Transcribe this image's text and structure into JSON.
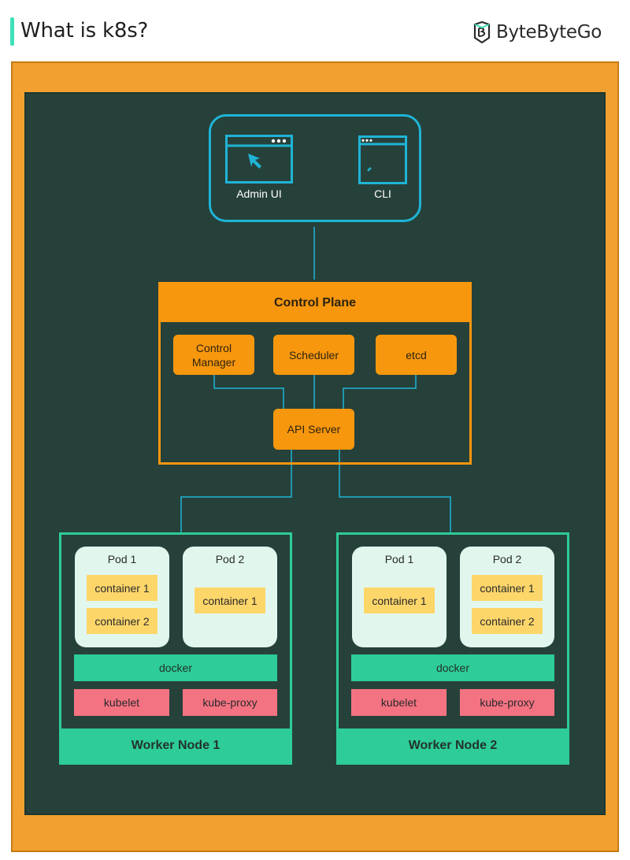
{
  "header": {
    "title": "What is k8s?",
    "brand": "ByteByteGo"
  },
  "client": {
    "admin_ui": "Admin UI",
    "cli": "CLI"
  },
  "control_plane": {
    "title": "Control Plane",
    "control_manager": "Control\nManager",
    "scheduler": "Scheduler",
    "etcd": "etcd",
    "api_server": "API Server"
  },
  "worker_nodes": [
    {
      "title": "Worker Node 1",
      "pod1": {
        "title": "Pod 1",
        "containers": [
          "container 1",
          "container 2"
        ]
      },
      "pod2": {
        "title": "Pod 2",
        "containers": [
          "container 1"
        ]
      },
      "docker": "docker",
      "kubelet": "kubelet",
      "kube_proxy": "kube-proxy"
    },
    {
      "title": "Worker Node 2",
      "pod1": {
        "title": "Pod 1",
        "containers": [
          "container 1"
        ]
      },
      "pod2": {
        "title": "Pod 2",
        "containers": [
          "container 1",
          "container 2"
        ]
      },
      "docker": "docker",
      "kubelet": "kubelet",
      "kube_proxy": "kube-proxy"
    }
  ],
  "colors": {
    "frame": "#f2a130",
    "board": "#26413a",
    "client_border": "#1fb4d6",
    "control_plane": "#f7970e",
    "worker": "#2ecc98",
    "pod": "#e1f7ee",
    "container": "#fdd66a",
    "kube": "#f47382",
    "connector": "#1fb4d6",
    "accent": "#3fe0b8"
  },
  "icons": [
    "browser-window-cursor-icon",
    "terminal-window-icon",
    "bytebytego-logo-icon"
  ]
}
